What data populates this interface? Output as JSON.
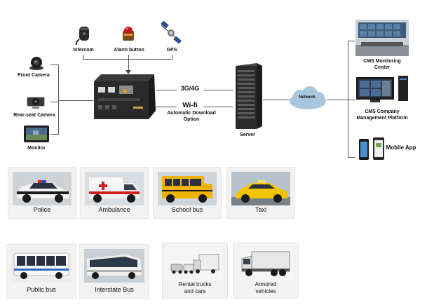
{
  "top_inputs": {
    "intercom": "Intercom",
    "alarm_button": "Alarm button",
    "gps": "GPS"
  },
  "left_inputs": {
    "front_camera": "Front Camera",
    "rear_camera": "Rear-seat Camera",
    "monitor": "Monitor"
  },
  "links": {
    "cellular": "3G/4G",
    "wifi": "Wi-fi",
    "wifi_sub_1": "Automatic Download",
    "wifi_sub_2": "Option"
  },
  "server": "Server",
  "network": "Network",
  "right_outputs": {
    "cms_center_1": "CMS Monitoring",
    "cms_center_2": "Center",
    "cms_platform_1": "CMS Company",
    "cms_platform_2": "Management Platform",
    "mobile_app": "Mobile App"
  },
  "vehicles": {
    "police": "Police",
    "ambulance": "Ambulance",
    "school_bus": "School bus",
    "taxi": "Taxi",
    "public_bus": "Public bus",
    "interstate_bus": "Interstate Bus",
    "rental_1": "Rental trucks",
    "rental_2": "and cars",
    "armored_1": "Armored",
    "armored_2": "vehicles"
  },
  "colors": {
    "line": "#555555",
    "tile_bg": "#f2f2f2",
    "network_cloud": "#a9c7dc",
    "taxi_yellow": "#f2c400",
    "school_bus_yellow": "#f0b400"
  }
}
